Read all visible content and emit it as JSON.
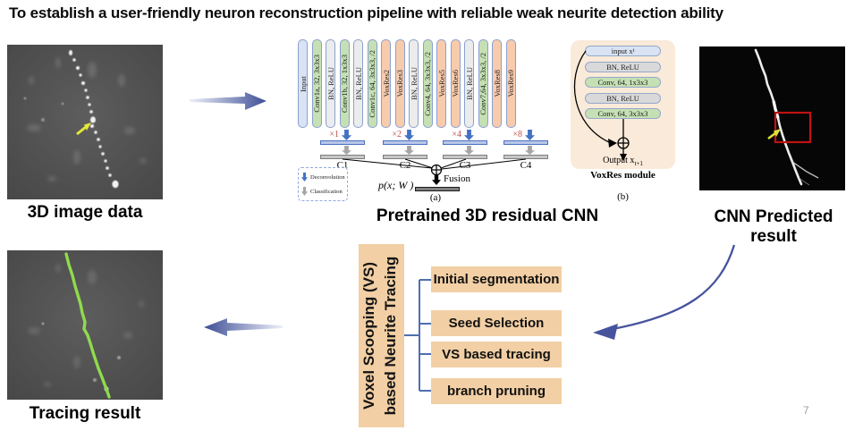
{
  "slide": {
    "title": "To establish a user-friendly neuron reconstruction pipeline with reliable weak neurite detection ability",
    "page_number": "7"
  },
  "panels": {
    "image_3d": {
      "label": "3D image data"
    },
    "cnn": {
      "label": "Pretrained 3D residual CNN"
    },
    "voxres": {
      "label": "VoxRes module",
      "sublabel": "(b)"
    },
    "predicted": {
      "label": "CNN Predicted result"
    },
    "tracing": {
      "label": "Tracing result"
    }
  },
  "cnn": {
    "layers": [
      {
        "label": "Input",
        "kind": "input"
      },
      {
        "label": "Conv1a, 32, 3x3x3",
        "kind": "conv"
      },
      {
        "label": "BN, ReLU",
        "kind": "bn"
      },
      {
        "label": "Conv1b, 32, 1x3x3",
        "kind": "conv"
      },
      {
        "label": "BN, ReLU",
        "kind": "bn"
      },
      {
        "label": "Conv1c, 64, 3x3x3, /2",
        "kind": "conv"
      },
      {
        "label": "VoxRes2",
        "kind": "voxres"
      },
      {
        "label": "VoxRes3",
        "kind": "voxres"
      },
      {
        "label": "BN, ReLU",
        "kind": "bn"
      },
      {
        "label": "Conv4, 64, 3x3x3, /2",
        "kind": "conv"
      },
      {
        "label": "VoxRes5",
        "kind": "voxres"
      },
      {
        "label": "VoxRes6",
        "kind": "voxres"
      },
      {
        "label": "BN, ReLU",
        "kind": "bn"
      },
      {
        "label": "Conv7,64, 3x3x3, /2",
        "kind": "conv"
      },
      {
        "label": "VoxRes8",
        "kind": "voxres"
      },
      {
        "label": "VoxRes9",
        "kind": "voxres"
      }
    ],
    "deconv_groups": [
      {
        "scale": "×1",
        "c_label": "C1"
      },
      {
        "scale": "×2",
        "c_label": "C2"
      },
      {
        "scale": "×4",
        "c_label": "C3"
      },
      {
        "scale": "×8",
        "c_label": "C4"
      }
    ],
    "legend": [
      {
        "label": "Deconvolution",
        "kind": "deconv"
      },
      {
        "label": "Classification",
        "kind": "classify"
      }
    ],
    "fusion_label": "Fusion",
    "p_label": "p(x; W )",
    "sublabel": "(a)"
  },
  "voxres": {
    "layers": [
      {
        "label": "input x",
        "sub": "t",
        "kind": "input"
      },
      {
        "label": "BN, ReLU",
        "sub": "",
        "kind": "bn"
      },
      {
        "label": "Conv, 64, 1x3x3",
        "sub": "",
        "kind": "conv"
      },
      {
        "label": "BN, ReLU",
        "sub": "",
        "kind": "bn"
      },
      {
        "label": "Conv, 64, 3x3x3",
        "sub": "",
        "kind": "conv"
      }
    ],
    "output_base": "Output x",
    "output_sub": "t+1"
  },
  "vs_tracing": {
    "box_label_line1": "Voxel Scooping (VS)",
    "box_label_line2": "based Neurite Tracing",
    "steps": [
      "Initial segmentation",
      "Seed Selection",
      "VS based tracing",
      "branch pruning"
    ]
  },
  "colors": {
    "layer_input": "#dae3f3",
    "layer_conv": "#c5e0b4",
    "layer_bn": "#ececec",
    "layer_voxres": "#f8cbad",
    "deconv_arrow": "#4472c4",
    "classify_arrow": "#a6a6a6",
    "flow_arrow": "#3e4f96",
    "process_box": "#f2cfa4",
    "trace_green": "#8fdb4d",
    "roi_red": "#c11212",
    "scale_label": "#c0504d"
  }
}
